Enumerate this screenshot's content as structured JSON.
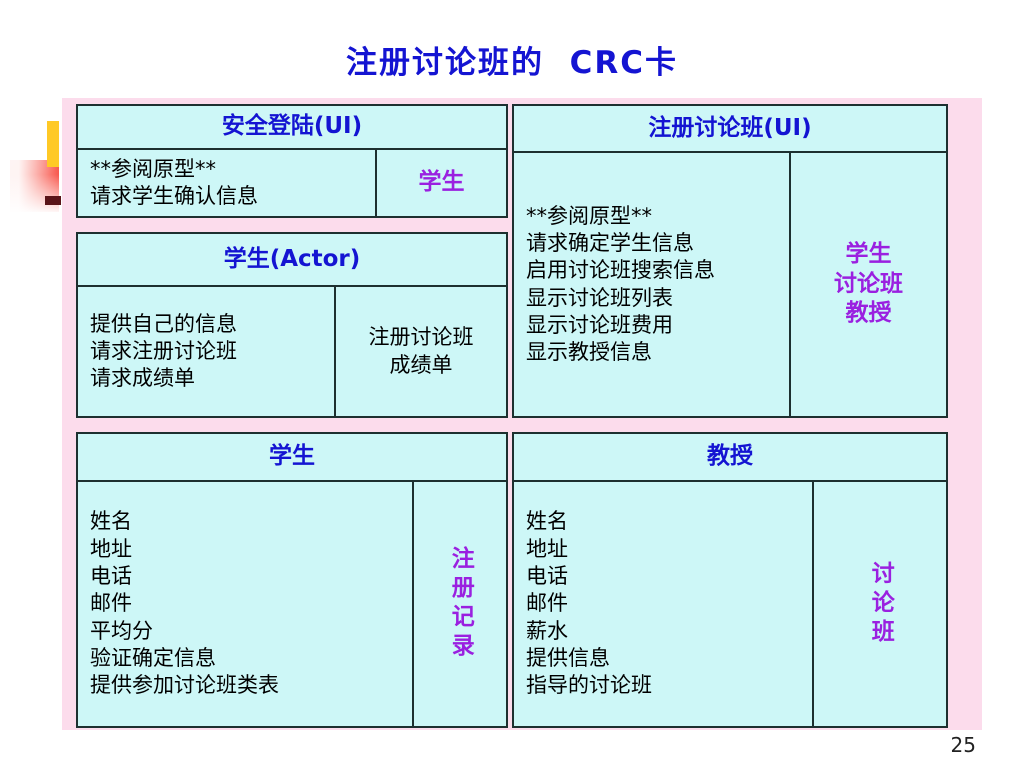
{
  "slide": {
    "title": "注册讨论班的  CRC卡",
    "page_number": "25",
    "colors": {
      "title": "#1414d2",
      "card_fill": "#cdf7f7",
      "card_border": "#1d3030",
      "band": "#fcdcec",
      "collaborator_purple": "#9a20e0",
      "deco_yellow": "#ffc926",
      "deco_red": "#f8574d",
      "deco_dash": "#5a1418"
    }
  },
  "cards": [
    {
      "id": "security-login-ui",
      "header": "安全登陆(UI)",
      "responsibilities": "**参阅原型**\n请求学生确认信息",
      "collaborators": "学生",
      "collaborator_style": "purple"
    },
    {
      "id": "student-actor",
      "header": "学生(Actor)",
      "responsibilities": "提供自己的信息\n请求注册讨论班\n请求成绩单",
      "collaborators": "注册讨论班\n成绩单",
      "collaborator_style": "black"
    },
    {
      "id": "student",
      "header": "学生",
      "responsibilities": "姓名\n地址\n电话\n邮件\n平均分\n验证确定信息\n提供参加讨论班类表",
      "collaborators": "注册记录",
      "collaborator_style": "vertical-purple"
    },
    {
      "id": "register-seminar-ui",
      "header": "注册讨论班(UI)",
      "responsibilities": "**参阅原型**\n请求确定学生信息\n启用讨论班搜索信息\n显示讨论班列表\n显示讨论班费用\n显示教授信息",
      "collaborators": "学生\n讨论班\n教授",
      "collaborator_style": "purple"
    },
    {
      "id": "professor",
      "header": "教授",
      "responsibilities": "姓名\n地址\n电话\n邮件\n薪水\n提供信息\n指导的讨论班",
      "collaborators": "讨论班",
      "collaborator_style": "vertical-purple"
    }
  ]
}
